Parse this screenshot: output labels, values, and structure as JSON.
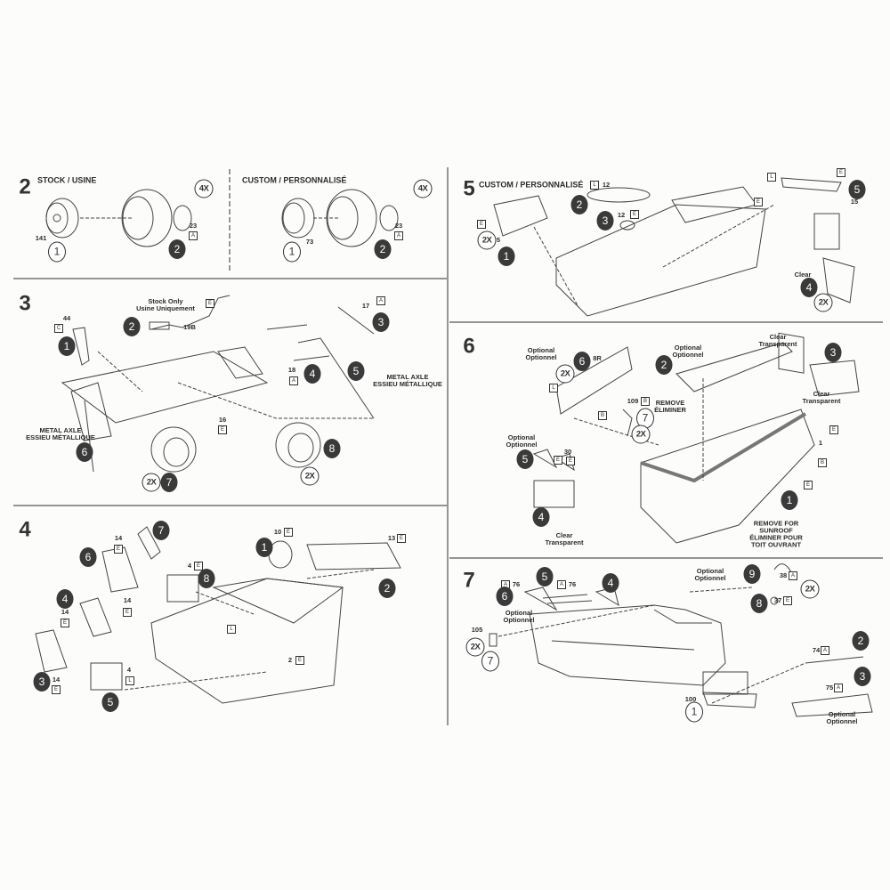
{
  "steps": [
    {
      "id": "step-2",
      "labels": [
        {
          "text": "2",
          "kind": "num"
        },
        {
          "text": "STOCK / USINE",
          "kind": "title"
        },
        {
          "text": "4X",
          "kind": "qty"
        },
        {
          "text": "CUSTOM / PERSONNALISÉ",
          "kind": "title"
        },
        {
          "text": "4X",
          "kind": "qty"
        },
        {
          "text": "1",
          "kind": "outline"
        },
        {
          "text": "141",
          "kind": "part"
        },
        {
          "text": "2",
          "kind": "filled"
        },
        {
          "text": "23",
          "kind": "part"
        },
        {
          "text": "A",
          "kind": "box"
        },
        {
          "text": "1",
          "kind": "outline"
        },
        {
          "text": "73",
          "kind": "part"
        },
        {
          "text": "2",
          "kind": "filled"
        },
        {
          "text": "23",
          "kind": "part"
        },
        {
          "text": "A",
          "kind": "box"
        }
      ]
    },
    {
      "id": "step-3",
      "labels": [
        {
          "text": "3",
          "kind": "num"
        },
        {
          "text": "Stock Only\nUsine Uniquement",
          "kind": "note"
        },
        {
          "text": "E",
          "kind": "box"
        },
        {
          "text": "2",
          "kind": "filled"
        },
        {
          "text": "19B",
          "kind": "part"
        },
        {
          "text": "44",
          "kind": "part"
        },
        {
          "text": "C",
          "kind": "box"
        },
        {
          "text": "1",
          "kind": "filled"
        },
        {
          "text": "3",
          "kind": "filled"
        },
        {
          "text": "17",
          "kind": "part"
        },
        {
          "text": "A",
          "kind": "box"
        },
        {
          "text": "18",
          "kind": "part"
        },
        {
          "text": "A",
          "kind": "box"
        },
        {
          "text": "4",
          "kind": "filled"
        },
        {
          "text": "5",
          "kind": "filled"
        },
        {
          "text": "METAL AXLE\nESSIEU MÉTALLIQUE",
          "kind": "note"
        },
        {
          "text": "METAL AXLE\nESSIEU MÉTALLIQUE",
          "kind": "note"
        },
        {
          "text": "6",
          "kind": "filled"
        },
        {
          "text": "16",
          "kind": "part"
        },
        {
          "text": "E",
          "kind": "box"
        },
        {
          "text": "7",
          "kind": "filled"
        },
        {
          "text": "2X",
          "kind": "qty"
        },
        {
          "text": "8",
          "kind": "filled"
        },
        {
          "text": "2X",
          "kind": "qty"
        }
      ]
    },
    {
      "id": "step-4",
      "labels": [
        {
          "text": "4",
          "kind": "num"
        },
        {
          "text": "1",
          "kind": "filled"
        },
        {
          "text": "10",
          "kind": "part"
        },
        {
          "text": "E",
          "kind": "box"
        },
        {
          "text": "13",
          "kind": "part"
        },
        {
          "text": "E",
          "kind": "box"
        },
        {
          "text": "2",
          "kind": "filled"
        },
        {
          "text": "7",
          "kind": "filled"
        },
        {
          "text": "14",
          "kind": "part"
        },
        {
          "text": "E",
          "kind": "box"
        },
        {
          "text": "6",
          "kind": "filled"
        },
        {
          "text": "14",
          "kind": "part"
        },
        {
          "text": "E",
          "kind": "box"
        },
        {
          "text": "4",
          "kind": "part"
        },
        {
          "text": "E",
          "kind": "box"
        },
        {
          "text": "8",
          "kind": "filled"
        },
        {
          "text": "4",
          "kind": "filled"
        },
        {
          "text": "14",
          "kind": "part"
        },
        {
          "text": "E",
          "kind": "box"
        },
        {
          "text": "3",
          "kind": "filled"
        },
        {
          "text": "14",
          "kind": "part"
        },
        {
          "text": "E",
          "kind": "box"
        },
        {
          "text": "4",
          "kind": "part"
        },
        {
          "text": "L",
          "kind": "box"
        },
        {
          "text": "5",
          "kind": "filled"
        },
        {
          "text": "L",
          "kind": "box"
        },
        {
          "text": "2",
          "kind": "part"
        },
        {
          "text": "E",
          "kind": "box"
        }
      ]
    },
    {
      "id": "step-5",
      "labels": [
        {
          "text": "5",
          "kind": "num"
        },
        {
          "text": "CUSTOM / PERSONNALISÉ",
          "kind": "title"
        },
        {
          "text": "L",
          "kind": "box"
        },
        {
          "text": "12",
          "kind": "part"
        },
        {
          "text": "2",
          "kind": "filled"
        },
        {
          "text": "3",
          "kind": "filled"
        },
        {
          "text": "12",
          "kind": "part"
        },
        {
          "text": "E",
          "kind": "box"
        },
        {
          "text": "E",
          "kind": "box"
        },
        {
          "text": "2X",
          "kind": "qty"
        },
        {
          "text": "5",
          "kind": "part"
        },
        {
          "text": "1",
          "kind": "filled"
        },
        {
          "text": "L",
          "kind": "box"
        },
        {
          "text": "E",
          "kind": "box"
        },
        {
          "text": "E",
          "kind": "box"
        },
        {
          "text": "5",
          "kind": "filled"
        },
        {
          "text": "15",
          "kind": "part"
        },
        {
          "text": "Clear",
          "kind": "note"
        },
        {
          "text": "4",
          "kind": "filled"
        },
        {
          "text": "2X",
          "kind": "qty"
        }
      ]
    },
    {
      "id": "step-6",
      "labels": [
        {
          "text": "6",
          "kind": "num"
        },
        {
          "text": "Optional\nOptionnel",
          "kind": "note"
        },
        {
          "text": "6",
          "kind": "filled"
        },
        {
          "text": "8R",
          "kind": "part"
        },
        {
          "text": "2X",
          "kind": "qty"
        },
        {
          "text": "L",
          "kind": "box"
        },
        {
          "text": "Optional\nOptionnel",
          "kind": "note"
        },
        {
          "text": "Clear\nTransparent",
          "kind": "note"
        },
        {
          "text": "2",
          "kind": "filled"
        },
        {
          "text": "3",
          "kind": "filled"
        },
        {
          "text": "Clear\nTransparent",
          "kind": "note"
        },
        {
          "text": "REMOVE\nÉLIMINER",
          "kind": "note"
        },
        {
          "text": "109",
          "kind": "part"
        },
        {
          "text": "B",
          "kind": "box"
        },
        {
          "text": "B",
          "kind": "box"
        },
        {
          "text": "7",
          "kind": "outline"
        },
        {
          "text": "2X",
          "kind": "qty"
        },
        {
          "text": "Optional\nOptionnel",
          "kind": "note"
        },
        {
          "text": "5",
          "kind": "filled"
        },
        {
          "text": "E",
          "kind": "box"
        },
        {
          "text": "30",
          "kind": "part"
        },
        {
          "text": "E",
          "kind": "box"
        },
        {
          "text": "4",
          "kind": "filled"
        },
        {
          "text": "Clear\nTransparent",
          "kind": "note"
        },
        {
          "text": "E",
          "kind": "box"
        },
        {
          "text": "1",
          "kind": "part"
        },
        {
          "text": "B",
          "kind": "box"
        },
        {
          "text": "E",
          "kind": "box"
        },
        {
          "text": "1",
          "kind": "filled"
        },
        {
          "text": "REMOVE FOR\nSUNROOF\nÉLIMINER POUR\nTOIT OUVRANT",
          "kind": "note"
        }
      ]
    },
    {
      "id": "step-7",
      "labels": [
        {
          "text": "7",
          "kind": "num"
        },
        {
          "text": "A",
          "kind": "box"
        },
        {
          "text": "76",
          "kind": "part"
        },
        {
          "text": "5",
          "kind": "filled"
        },
        {
          "text": "A",
          "kind": "box"
        },
        {
          "text": "76",
          "kind": "part"
        },
        {
          "text": "4",
          "kind": "filled"
        },
        {
          "text": "6",
          "kind": "filled"
        },
        {
          "text": "Optional\nOptionnel",
          "kind": "note"
        },
        {
          "text": "105",
          "kind": "part"
        },
        {
          "text": "2X",
          "kind": "qty"
        },
        {
          "text": "7",
          "kind": "outline"
        },
        {
          "text": "Optional\nOptionnel",
          "kind": "note"
        },
        {
          "text": "9",
          "kind": "filled"
        },
        {
          "text": "38",
          "kind": "part"
        },
        {
          "text": "A",
          "kind": "box"
        },
        {
          "text": "2X",
          "kind": "qty"
        },
        {
          "text": "8",
          "kind": "filled"
        },
        {
          "text": "37",
          "kind": "part"
        },
        {
          "text": "E",
          "kind": "box"
        },
        {
          "text": "2",
          "kind": "filled"
        },
        {
          "text": "74",
          "kind": "part"
        },
        {
          "text": "A",
          "kind": "box"
        },
        {
          "text": "3",
          "kind": "filled"
        },
        {
          "text": "75",
          "kind": "part"
        },
        {
          "text": "A",
          "kind": "box"
        },
        {
          "text": "Optional\nOptionnel",
          "kind": "note"
        },
        {
          "text": "100",
          "kind": "part"
        },
        {
          "text": "1",
          "kind": "outline"
        }
      ]
    }
  ],
  "colors": {
    "ink": "#333333",
    "paper": "#fcfcfb"
  }
}
